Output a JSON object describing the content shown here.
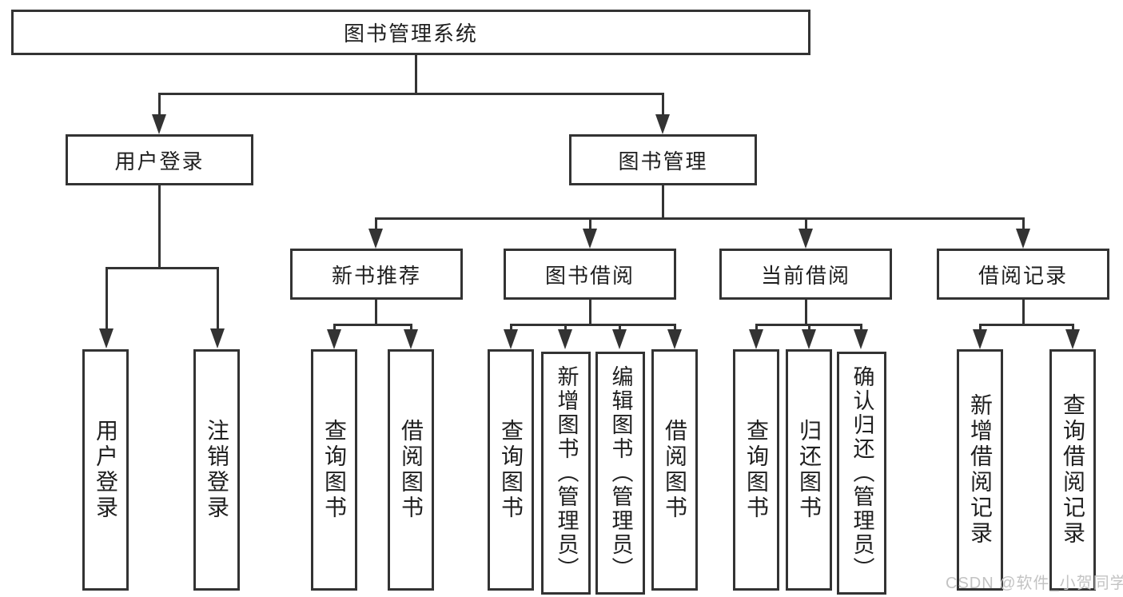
{
  "diagram_title": "图书管理系统",
  "nodes": {
    "root": "图书管理系统",
    "login": "用户登录",
    "mgmt": "图书管理",
    "login_children": [
      "用户登录",
      "注销登录"
    ],
    "mgmt_children": [
      "新书推荐",
      "图书借阅",
      "当前借阅",
      "借阅记录"
    ],
    "new_book_children": [
      "查询图书",
      "借阅图书"
    ],
    "borrow_children": [
      "查询图书",
      "新增图书（管理员）",
      "编辑图书（管理员）",
      "借阅图书"
    ],
    "current_children": [
      "查询图书",
      "归还图书",
      "确认归还（管理员）"
    ],
    "record_children": [
      "新增借阅记录",
      "查询借阅记录"
    ]
  },
  "watermark": "CSDN @软件_小贺同学",
  "colors": {
    "line": "#333333",
    "background": "#ffffff",
    "watermark_text": "#c3c3c3"
  }
}
